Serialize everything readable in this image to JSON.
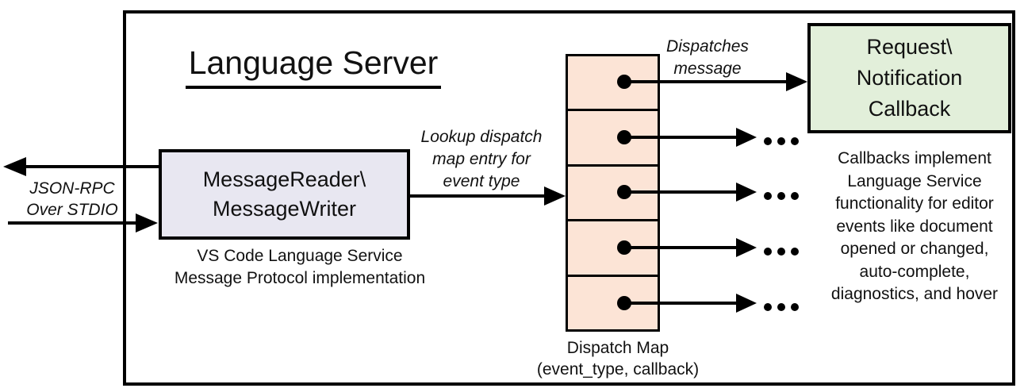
{
  "title": "Language Server",
  "colors": {
    "reader_box_fill": "#e8e7f1",
    "dispatch_map_fill": "#fce4d6",
    "callback_box_fill": "#e2efda",
    "line_color": "#000000"
  },
  "io_annotation": {
    "lines": [
      "JSON-RPC",
      "Over STDIO"
    ]
  },
  "reader_box": {
    "lines": [
      "MessageReader\\",
      "MessageWriter"
    ]
  },
  "reader_caption": {
    "lines": [
      "VS Code Language Service",
      "Message Protocol implementation"
    ]
  },
  "lookup_annotation": {
    "lines": [
      "Lookup dispatch",
      "map entry for",
      "event type"
    ]
  },
  "dispatch_annotation": {
    "lines": [
      "Dispatches",
      "message"
    ]
  },
  "callback_box": {
    "lines": [
      "Request\\",
      "Notification",
      "Callback"
    ]
  },
  "callback_note": {
    "lines": [
      "Callbacks implement",
      "Language Service",
      "functionality for editor",
      "events like document",
      "opened or changed,",
      "auto-complete,",
      "diagnostics, and hover"
    ]
  },
  "dispatch_map": {
    "cell_count": 5,
    "label_lines": [
      "Dispatch Map",
      "(event_type, callback)"
    ]
  }
}
